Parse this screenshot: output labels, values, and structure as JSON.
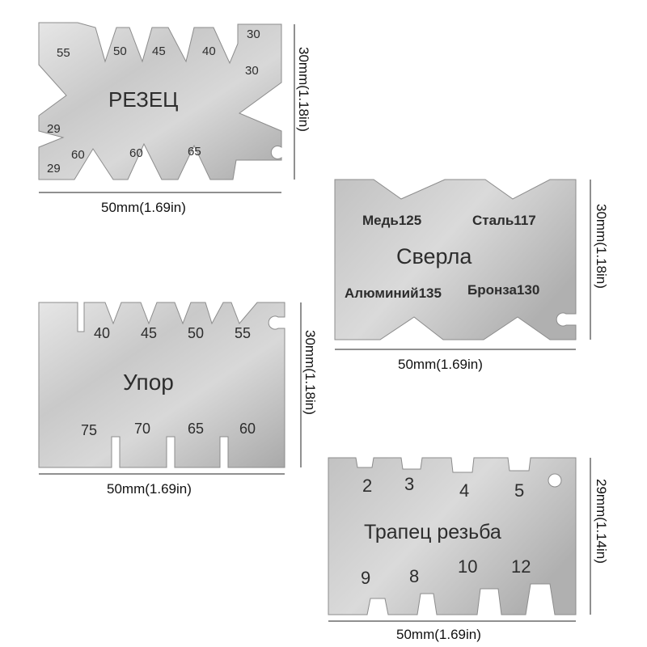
{
  "colors": {
    "steel_light": "#e3e3e3",
    "steel_mid": "#bdbdbd",
    "steel_dark": "#9a9a9a",
    "steel_edge": "#8c8c8c",
    "engraving": "#2d2d2d",
    "background": "#ffffff"
  },
  "gauges": {
    "rezets": {
      "title": "РЕЗЕЦ",
      "angles_top": [
        "55",
        "50",
        "45",
        "40",
        "30"
      ],
      "angles_right": "30",
      "angles_left": [
        "29",
        "29"
      ],
      "angles_bottom": [
        "60",
        "60",
        "65"
      ],
      "width_label": "50mm(1.69in)",
      "height_label": "30mm(1.18in)"
    },
    "sverla": {
      "title": "Сверла",
      "labels": [
        "Медь125",
        "Сталь117",
        "Алюминий135",
        "Бронза130"
      ],
      "width_label": "50mm(1.69in)",
      "height_label": "30mm(1.18in)"
    },
    "upor": {
      "title": "Упор",
      "angles_top": [
        "40",
        "45",
        "50",
        "55"
      ],
      "angles_bottom": [
        "75",
        "70",
        "65",
        "60"
      ],
      "width_label": "50mm(1.69in)",
      "height_label": "30mm(1.18in)"
    },
    "trapets": {
      "title": "Трапец резьба",
      "pitches_top": [
        "2",
        "3",
        "4",
        "5"
      ],
      "pitches_bottom": [
        "9",
        "8",
        "10",
        "12"
      ],
      "width_label": "50mm(1.69in)",
      "height_label": "29mm(1.14in)"
    }
  }
}
